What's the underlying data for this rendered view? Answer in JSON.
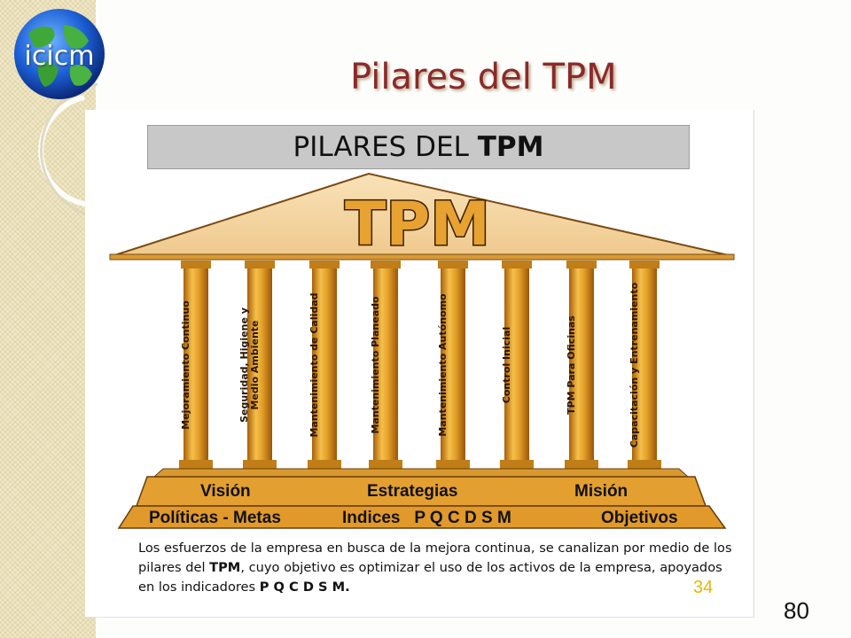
{
  "logo": {
    "text": "icicm"
  },
  "slide": {
    "title": "Pilares del TPM",
    "page_number": "80"
  },
  "figure": {
    "banner": {
      "prefix": "PILARES DEL ",
      "bold": "TPM"
    },
    "roof_text": "TPM",
    "pillars": [
      "Mejoramiento Continuo",
      "Seguridad, Higiene y\nMedio Ambiente",
      "Mantenimiento de Calidad",
      "Mantenimiento Planeado",
      "Mantenimiento Autónomo",
      "Control Inicial",
      "TPM Para Oficinas",
      "Capacitación y Entrenamiento"
    ],
    "base_upper": {
      "left": "Visión",
      "center": "Estrategias",
      "right": "Misión"
    },
    "base_lower": {
      "left": "Políticas - Metas",
      "center": "Indices",
      "center_bold": "P Q C D S M",
      "right": "Objetivos"
    },
    "description": {
      "part1": "Los esfuerzos de la empresa en busca de la mejora continua, se canalizan por medio de los pilares del ",
      "bold1": "TPM",
      "part2": ", cuyo objetivo es optimizar el uso de los activos de la empresa, apoyados en los indicadores ",
      "bold2": "P Q C D S M."
    },
    "slide_ref": "34"
  },
  "colors": {
    "title": "#8a2a2a",
    "roof_fill": "#f6d8a6",
    "pillar": "#d4901e",
    "base": "#e3a030",
    "roof_text": "#e8a232",
    "slide_ref": "#e6b800"
  }
}
